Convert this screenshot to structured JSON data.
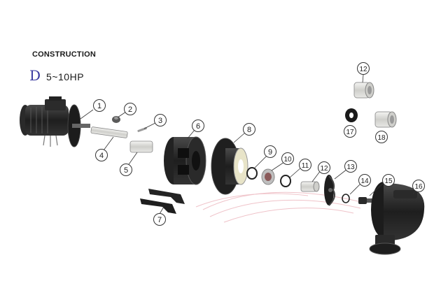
{
  "heading": "CONSTRUCTION",
  "series_letter": "D",
  "power_range": "5~10HP",
  "callouts": [
    "1",
    "2",
    "3",
    "4",
    "5",
    "6",
    "7",
    "8",
    "9",
    "10",
    "11",
    "12",
    "13",
    "14",
    "15",
    "16",
    "12",
    "17",
    "18"
  ],
  "colors": {
    "part_dark": "#1f1f1f",
    "part_mid": "#3a3a3a",
    "part_light": "#dcdcd8",
    "leader": "#333333",
    "swoosh": "#e9a9b2",
    "series_letter": "#3a3aa0"
  }
}
